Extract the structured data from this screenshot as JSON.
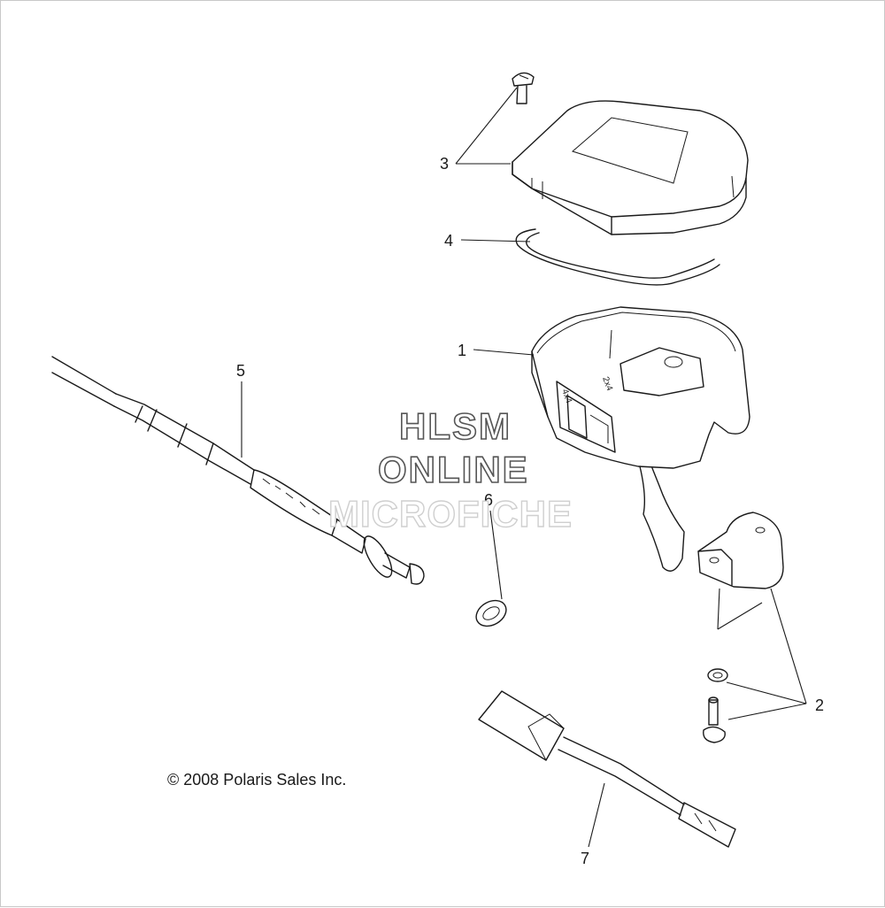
{
  "callouts": {
    "c1": "1",
    "c2": "2",
    "c3": "3",
    "c4": "4",
    "c5": "5",
    "c6": "6",
    "c7": "7"
  },
  "copyright": "© 2008 Polaris Sales Inc.",
  "watermark": {
    "line1": "HLSM",
    "line2": "ONLINE",
    "line3": "MICROFICHE"
  },
  "switch_labels": {
    "a": "4x4",
    "b": "2x4"
  }
}
